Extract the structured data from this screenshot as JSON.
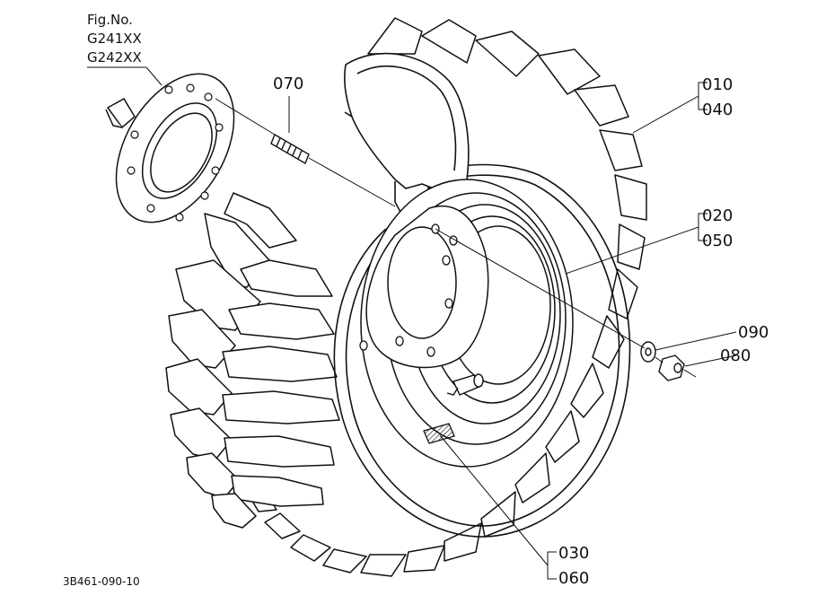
{
  "figure_ref": {
    "line1": "Fig.No.",
    "line2": "G241XX",
    "line3": "G242XX"
  },
  "callouts": {
    "p010": "010",
    "p040": "040",
    "p020": "020",
    "p050": "050",
    "p070": "070",
    "p090": "090",
    "p080": "080",
    "p030": "030",
    "p060": "060"
  },
  "drawing_code": "3B461-090-10",
  "colors": {
    "line": "#111111",
    "background": "#ffffff"
  }
}
